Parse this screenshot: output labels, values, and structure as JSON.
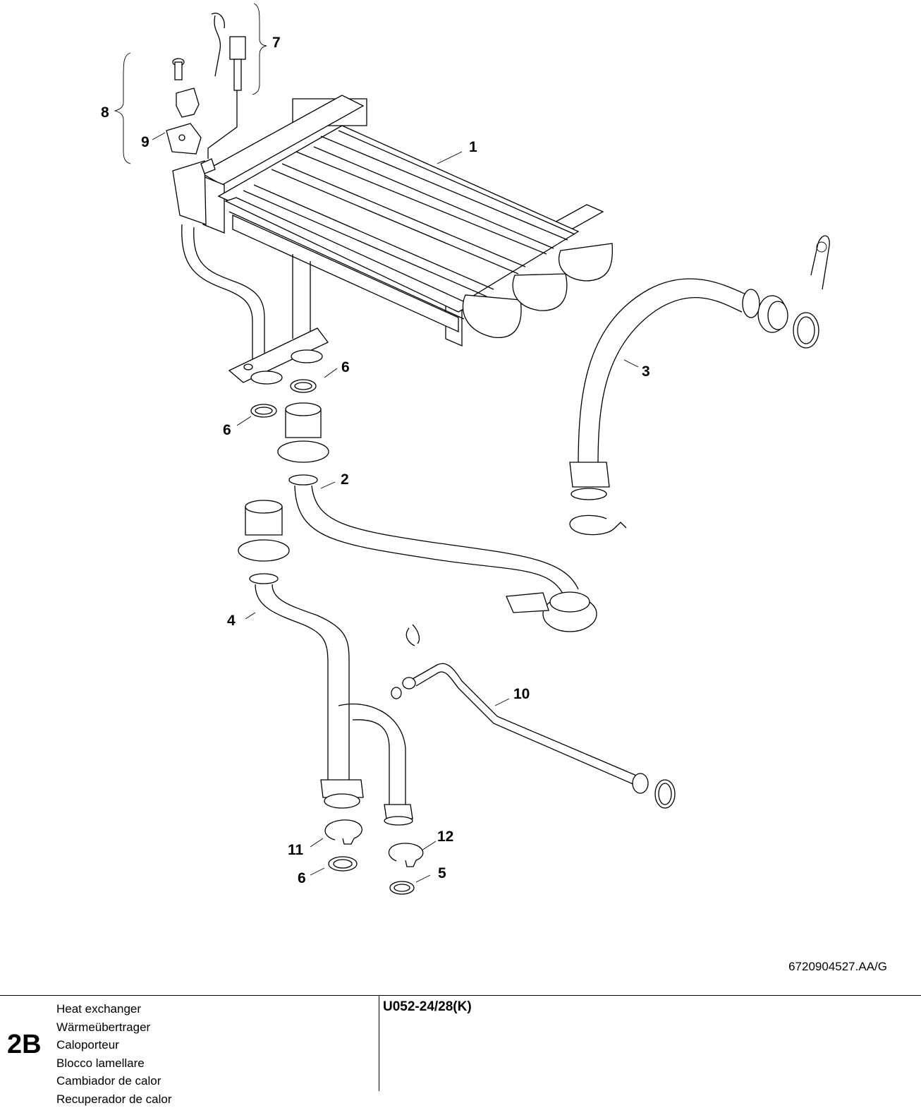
{
  "callouts": {
    "c1": "1",
    "c2": "2",
    "c3": "3",
    "c4": "4",
    "c5": "5",
    "c6a": "6",
    "c6b": "6",
    "c6c": "6",
    "c7": "7",
    "c8": "8",
    "c9": "9",
    "c10": "10",
    "c11": "11",
    "c12": "12"
  },
  "drawing_code": "6720904527.AA/G",
  "footer": {
    "section": "2B",
    "names": [
      "Heat exchanger",
      "Wärmeübertrager",
      "Caloporteur",
      "Blocco lamellare",
      "Cambiador de calor",
      "Recuperador de calor"
    ],
    "model": "U052-24/28(K)"
  }
}
